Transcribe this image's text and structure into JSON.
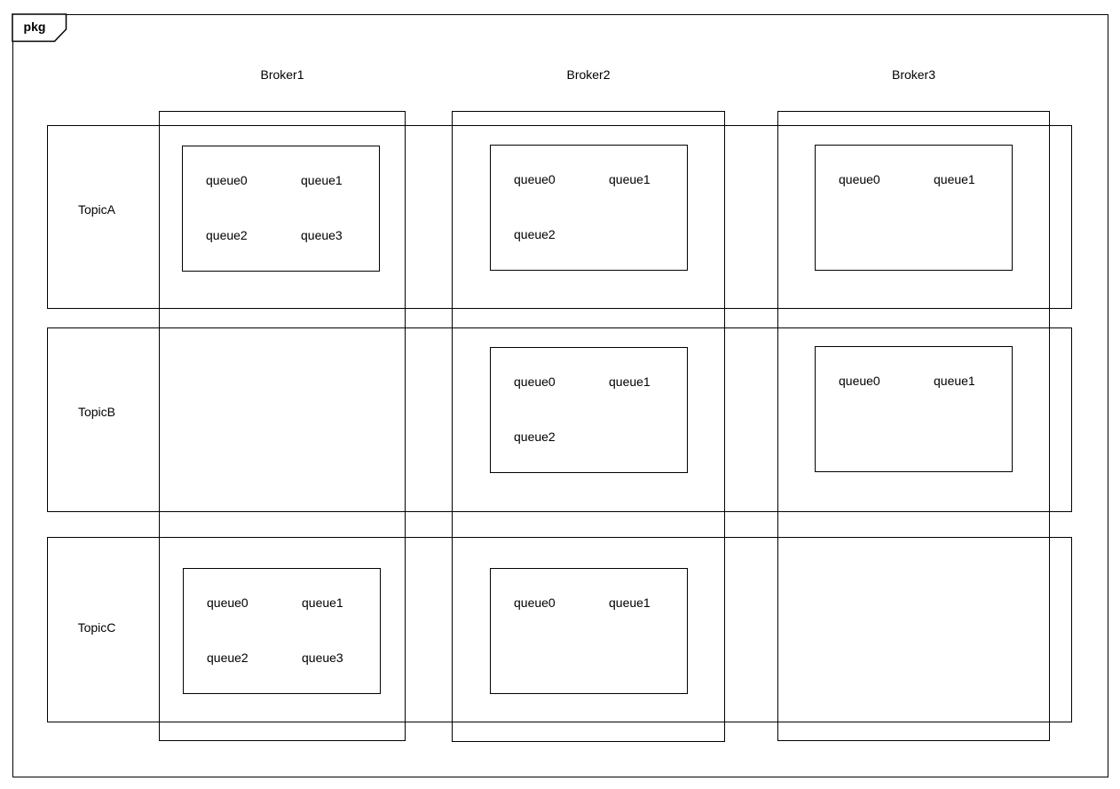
{
  "frame": {
    "tag": "pkg"
  },
  "colors": {
    "line": "#000000",
    "background": "#ffffff",
    "text": "#000000"
  },
  "brokers": [
    {
      "name": "Broker1"
    },
    {
      "name": "Broker2"
    },
    {
      "name": "Broker3"
    }
  ],
  "topics": [
    {
      "name": "TopicA"
    },
    {
      "name": "TopicB"
    },
    {
      "name": "TopicC"
    }
  ],
  "cells": [
    {
      "topic": "TopicA",
      "broker": "Broker1",
      "queues": [
        "queue0",
        "queue1",
        "queue2",
        "queue3"
      ]
    },
    {
      "topic": "TopicA",
      "broker": "Broker2",
      "queues": [
        "queue0",
        "queue1",
        "queue2"
      ]
    },
    {
      "topic": "TopicA",
      "broker": "Broker3",
      "queues": [
        "queue0",
        "queue1"
      ]
    },
    {
      "topic": "TopicB",
      "broker": "Broker1",
      "queues": []
    },
    {
      "topic": "TopicB",
      "broker": "Broker2",
      "queues": [
        "queue0",
        "queue1",
        "queue2"
      ]
    },
    {
      "topic": "TopicB",
      "broker": "Broker3",
      "queues": [
        "queue0",
        "queue1"
      ]
    },
    {
      "topic": "TopicC",
      "broker": "Broker1",
      "queues": [
        "queue0",
        "queue1",
        "queue2",
        "queue3"
      ]
    },
    {
      "topic": "TopicC",
      "broker": "Broker2",
      "queues": [
        "queue0",
        "queue1"
      ]
    },
    {
      "topic": "TopicC",
      "broker": "Broker3",
      "queues": []
    }
  ]
}
